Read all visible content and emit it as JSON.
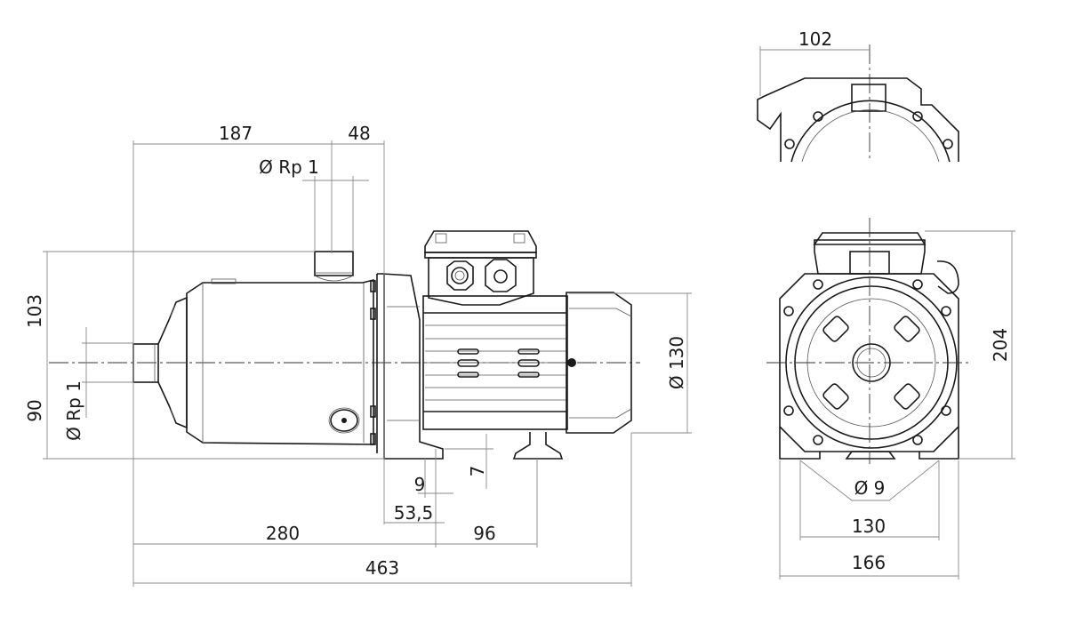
{
  "drawing": {
    "side_view": {
      "dimensions": {
        "suction_to_outlet": "187",
        "outlet_to_flange": "48",
        "outlet_connection": "Ø Rp 1",
        "height_above_axis": "103",
        "height_below_axis": "90",
        "inlet_connection": "Ø Rp 1",
        "motor_diameter": "Ø 130",
        "foot_offset": "9",
        "foot_height": "7",
        "foot_width": "53,5",
        "length_to_foot": "280",
        "foot_spacing": "96",
        "total_length": "463"
      }
    },
    "top_view": {
      "dimensions": {
        "width_offset": "102"
      }
    },
    "front_view": {
      "dimensions": {
        "total_height": "204",
        "hole_diameter": "Ø 9",
        "foot_hole_spacing": "130",
        "total_width": "166"
      }
    }
  }
}
